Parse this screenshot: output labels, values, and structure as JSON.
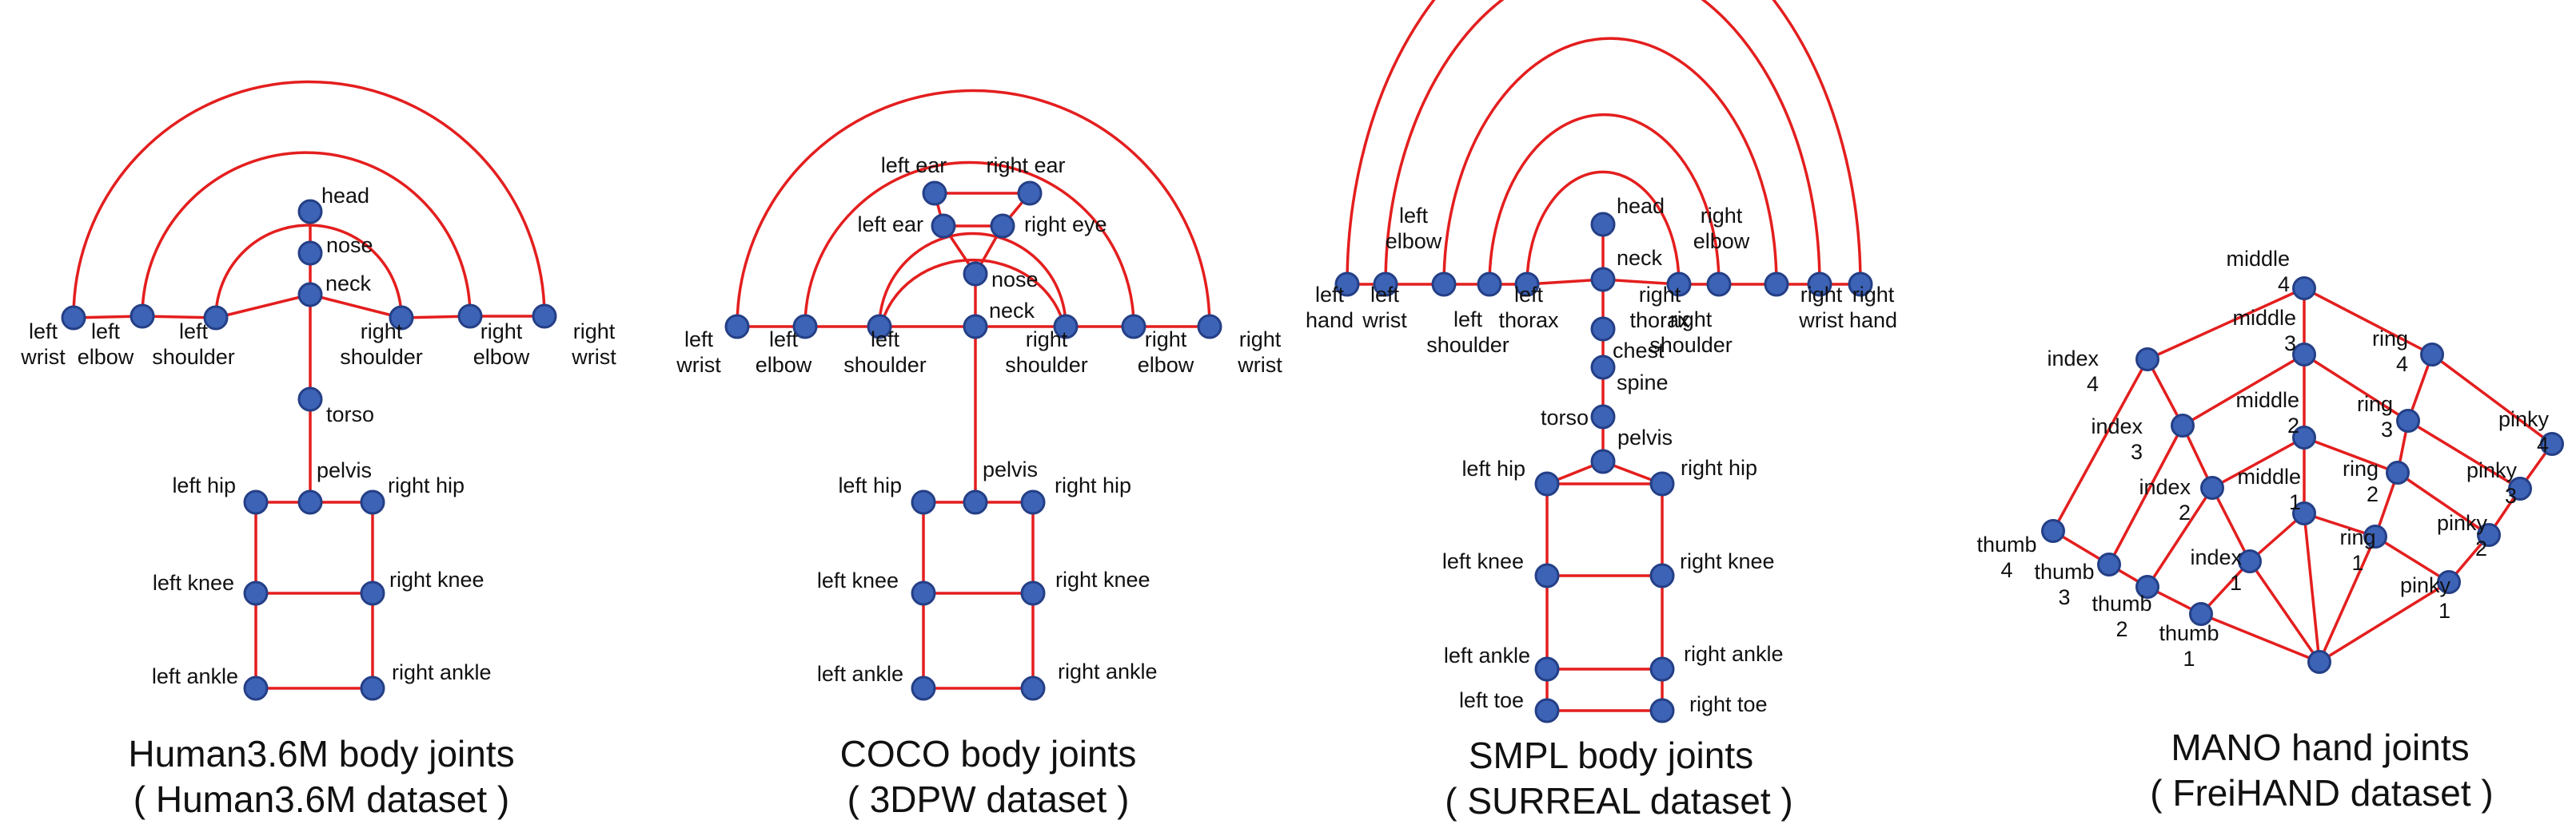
{
  "diagrams": [
    {
      "id": "h36m",
      "caption": [
        "Human3.6M body joints",
        "( Human3.6M dataset )"
      ],
      "joints": {
        "head": {
          "label": [
            "head"
          ]
        },
        "nose": {
          "label": [
            "nose"
          ]
        },
        "neck": {
          "label": [
            "neck"
          ]
        },
        "torso": {
          "label": [
            "torso"
          ]
        },
        "pelvis": {
          "label": [
            "pelvis"
          ]
        },
        "lw": {
          "label": [
            "left",
            "wrist"
          ]
        },
        "le": {
          "label": [
            "left",
            "elbow"
          ]
        },
        "ls": {
          "label": [
            "left",
            "shoulder"
          ]
        },
        "rs": {
          "label": [
            "right",
            "shoulder"
          ]
        },
        "re": {
          "label": [
            "right",
            "elbow"
          ]
        },
        "rw": {
          "label": [
            "right",
            "wrist"
          ]
        },
        "lhip": {
          "label": [
            "left hip"
          ]
        },
        "rhip": {
          "label": [
            "right hip"
          ]
        },
        "lknee": {
          "label": [
            "left knee"
          ]
        },
        "rknee": {
          "label": [
            "right knee"
          ]
        },
        "lank": {
          "label": [
            "left ankle"
          ]
        },
        "rank": {
          "label": [
            "right ankle"
          ]
        }
      },
      "edges": [
        [
          "head",
          "nose"
        ],
        [
          "nose",
          "neck"
        ],
        [
          "neck",
          "ls"
        ],
        [
          "ls",
          "le"
        ],
        [
          "le",
          "lw"
        ],
        [
          "neck",
          "rs"
        ],
        [
          "rs",
          "re"
        ],
        [
          "re",
          "rw"
        ],
        [
          "neck",
          "torso"
        ],
        [
          "torso",
          "pelvis"
        ],
        [
          "pelvis",
          "lhip"
        ],
        [
          "pelvis",
          "rhip"
        ],
        [
          "lhip",
          "lknee"
        ],
        [
          "lknee",
          "lank"
        ],
        [
          "rhip",
          "rknee"
        ],
        [
          "rknee",
          "rank"
        ],
        [
          "lknee",
          "rknee"
        ],
        [
          "lank",
          "rank"
        ]
      ],
      "arcs": [
        [
          "lw",
          "rw"
        ],
        [
          "le",
          "re"
        ],
        [
          "ls",
          "rs"
        ]
      ]
    },
    {
      "id": "coco",
      "caption": [
        "COCO body joints",
        "( 3DPW dataset )"
      ],
      "joints": {
        "lear": {
          "label": [
            "left ear"
          ]
        },
        "rear": {
          "label": [
            "right ear"
          ]
        },
        "leye": {
          "label": [
            "left ear"
          ]
        },
        "reye": {
          "label": [
            "right eye"
          ]
        },
        "nose": {
          "label": [
            "nose"
          ]
        },
        "neck": {
          "label": [
            "neck"
          ]
        },
        "lw": {
          "label": [
            "left",
            "wrist"
          ]
        },
        "le": {
          "label": [
            "left",
            "elbow"
          ]
        },
        "ls": {
          "label": [
            "left",
            "shoulder"
          ]
        },
        "rs": {
          "label": [
            "right",
            "shoulder"
          ]
        },
        "re": {
          "label": [
            "right",
            "elbow"
          ]
        },
        "rw": {
          "label": [
            "right",
            "wrist"
          ]
        },
        "pelvis": {
          "label": [
            "pelvis"
          ]
        },
        "lhip": {
          "label": [
            "left hip"
          ]
        },
        "rhip": {
          "label": [
            "right hip"
          ]
        },
        "lknee": {
          "label": [
            "left knee"
          ]
        },
        "rknee": {
          "label": [
            "right knee"
          ]
        },
        "lank": {
          "label": [
            "left ankle"
          ]
        },
        "rank": {
          "label": [
            "right ankle"
          ]
        }
      },
      "edges": [
        [
          "lear",
          "rear"
        ],
        [
          "lear",
          "leye"
        ],
        [
          "rear",
          "reye"
        ],
        [
          "leye",
          "reye"
        ],
        [
          "leye",
          "nose"
        ],
        [
          "reye",
          "nose"
        ],
        [
          "nose",
          "neck"
        ],
        [
          "neck",
          "ls"
        ],
        [
          "ls",
          "le"
        ],
        [
          "le",
          "lw"
        ],
        [
          "neck",
          "rs"
        ],
        [
          "rs",
          "re"
        ],
        [
          "re",
          "rw"
        ],
        [
          "neck",
          "pelvis"
        ],
        [
          "pelvis",
          "lhip"
        ],
        [
          "pelvis",
          "rhip"
        ],
        [
          "lhip",
          "lknee"
        ],
        [
          "lknee",
          "lank"
        ],
        [
          "rhip",
          "rknee"
        ],
        [
          "rknee",
          "rank"
        ],
        [
          "lknee",
          "rknee"
        ],
        [
          "lank",
          "rank"
        ]
      ],
      "arcs": [
        [
          "lw",
          "rw"
        ],
        [
          "le",
          "re"
        ],
        [
          "ls",
          "rs"
        ]
      ]
    },
    {
      "id": "smpl",
      "caption": [
        "SMPL body joints",
        "( SURREAL dataset )"
      ],
      "joints": {
        "head": {
          "label": [
            "head"
          ]
        },
        "neck": {
          "label": [
            "neck"
          ]
        },
        "lhand": {
          "label": [
            "left",
            "hand"
          ]
        },
        "lwrist": {
          "label": [
            "left",
            "wrist"
          ]
        },
        "lelbow": {
          "label": [
            "left",
            "elbow"
          ]
        },
        "lshoulder": {
          "label": [
            "left",
            "shoulder"
          ]
        },
        "lthorax": {
          "label": [
            "left",
            "thorax"
          ]
        },
        "rthorax": {
          "label": [
            "right",
            "thorax"
          ]
        },
        "rshoulder": {
          "label": [
            "right",
            "shoulder"
          ]
        },
        "relbow": {
          "label": [
            "right",
            "elbow"
          ]
        },
        "rwrist": {
          "label": [
            "right",
            "wrist"
          ]
        },
        "rhand": {
          "label": [
            "right",
            "hand"
          ]
        },
        "chest": {
          "label": [
            "chest"
          ]
        },
        "spine": {
          "label": [
            "spine"
          ]
        },
        "torso": {
          "label": [
            "torso"
          ]
        },
        "pelvis": {
          "label": [
            "pelvis"
          ]
        },
        "lhip": {
          "label": [
            "left hip"
          ]
        },
        "rhip": {
          "label": [
            "right hip"
          ]
        },
        "lknee": {
          "label": [
            "left knee"
          ]
        },
        "rknee": {
          "label": [
            "right knee"
          ]
        },
        "lank": {
          "label": [
            "left ankle"
          ]
        },
        "rank": {
          "label": [
            "right ankle"
          ]
        },
        "ltoe": {
          "label": [
            "left toe"
          ]
        },
        "rtoe": {
          "label": [
            "right toe"
          ]
        }
      },
      "edges": [
        [
          "head",
          "neck"
        ],
        [
          "neck",
          "lthorax"
        ],
        [
          "lthorax",
          "lshoulder"
        ],
        [
          "lshoulder",
          "lelbow"
        ],
        [
          "lelbow",
          "lwrist"
        ],
        [
          "lwrist",
          "lhand"
        ],
        [
          "neck",
          "rthorax"
        ],
        [
          "rthorax",
          "rshoulder"
        ],
        [
          "rshoulder",
          "relbow"
        ],
        [
          "relbow",
          "rwrist"
        ],
        [
          "rwrist",
          "rhand"
        ],
        [
          "neck",
          "chest"
        ],
        [
          "chest",
          "spine"
        ],
        [
          "spine",
          "torso"
        ],
        [
          "torso",
          "pelvis"
        ],
        [
          "pelvis",
          "lhip"
        ],
        [
          "pelvis",
          "rhip"
        ],
        [
          "lhip",
          "lknee"
        ],
        [
          "lknee",
          "lank"
        ],
        [
          "lank",
          "ltoe"
        ],
        [
          "rhip",
          "rknee"
        ],
        [
          "rknee",
          "rank"
        ],
        [
          "rank",
          "rtoe"
        ],
        [
          "lhip",
          "rhip"
        ],
        [
          "lknee",
          "rknee"
        ],
        [
          "lank",
          "rank"
        ],
        [
          "ltoe",
          "rtoe"
        ]
      ],
      "arcs": [
        [
          "lhand",
          "rhand"
        ],
        [
          "lwrist",
          "rwrist"
        ],
        [
          "lelbow",
          "relbow"
        ],
        [
          "lshoulder",
          "rshoulder"
        ],
        [
          "lthorax",
          "rthorax"
        ]
      ]
    },
    {
      "id": "mano",
      "caption": [
        "MANO hand joints",
        "( FreiHAND dataset )"
      ],
      "joints": {
        "wrist": {
          "label": []
        },
        "thumb1": {
          "label": [
            "thumb",
            "1"
          ]
        },
        "thumb2": {
          "label": [
            "thumb",
            "2"
          ]
        },
        "thumb3": {
          "label": [
            "thumb",
            "3"
          ]
        },
        "thumb4": {
          "label": [
            "thumb",
            "4"
          ]
        },
        "index1": {
          "label": [
            "index",
            "1"
          ]
        },
        "index2": {
          "label": [
            "index",
            "2"
          ]
        },
        "index3": {
          "label": [
            "index",
            "3"
          ]
        },
        "index4": {
          "label": [
            "index",
            "4"
          ]
        },
        "middle1": {
          "label": [
            "middle",
            "1"
          ]
        },
        "middle2": {
          "label": [
            "middle",
            "2"
          ]
        },
        "middle3": {
          "label": [
            "middle",
            "3"
          ]
        },
        "middle4": {
          "label": [
            "middle",
            "4"
          ]
        },
        "ring1": {
          "label": [
            "ring",
            "1"
          ]
        },
        "ring2": {
          "label": [
            "ring",
            "2"
          ]
        },
        "ring3": {
          "label": [
            "ring",
            "3"
          ]
        },
        "ring4": {
          "label": [
            "ring",
            "4"
          ]
        },
        "pinky1": {
          "label": [
            "pinky",
            "1"
          ]
        },
        "pinky2": {
          "label": [
            "pinky",
            "2"
          ]
        },
        "pinky3": {
          "label": [
            "pinky",
            "3"
          ]
        },
        "pinky4": {
          "label": [
            "pinky",
            "4"
          ]
        }
      },
      "edges": [
        [
          "wrist",
          "thumb1"
        ],
        [
          "thumb1",
          "thumb2"
        ],
        [
          "thumb2",
          "thumb3"
        ],
        [
          "thumb3",
          "thumb4"
        ],
        [
          "wrist",
          "index1"
        ],
        [
          "index1",
          "index2"
        ],
        [
          "index2",
          "index3"
        ],
        [
          "index3",
          "index4"
        ],
        [
          "wrist",
          "middle1"
        ],
        [
          "middle1",
          "middle2"
        ],
        [
          "middle2",
          "middle3"
        ],
        [
          "middle3",
          "middle4"
        ],
        [
          "wrist",
          "ring1"
        ],
        [
          "ring1",
          "ring2"
        ],
        [
          "ring2",
          "ring3"
        ],
        [
          "ring3",
          "ring4"
        ],
        [
          "wrist",
          "pinky1"
        ],
        [
          "pinky1",
          "pinky2"
        ],
        [
          "pinky2",
          "pinky3"
        ],
        [
          "pinky3",
          "pinky4"
        ],
        [
          "thumb1",
          "index1"
        ],
        [
          "index1",
          "middle1"
        ],
        [
          "middle1",
          "ring1"
        ],
        [
          "ring1",
          "pinky1"
        ],
        [
          "thumb2",
          "index2"
        ],
        [
          "index2",
          "middle2"
        ],
        [
          "middle2",
          "ring2"
        ],
        [
          "ring2",
          "pinky2"
        ],
        [
          "thumb3",
          "index3"
        ],
        [
          "index3",
          "middle3"
        ],
        [
          "middle3",
          "ring3"
        ],
        [
          "ring3",
          "pinky3"
        ],
        [
          "thumb4",
          "index4"
        ],
        [
          "index4",
          "middle4"
        ],
        [
          "middle4",
          "ring4"
        ],
        [
          "ring4",
          "pinky4"
        ]
      ],
      "arcs": []
    }
  ]
}
